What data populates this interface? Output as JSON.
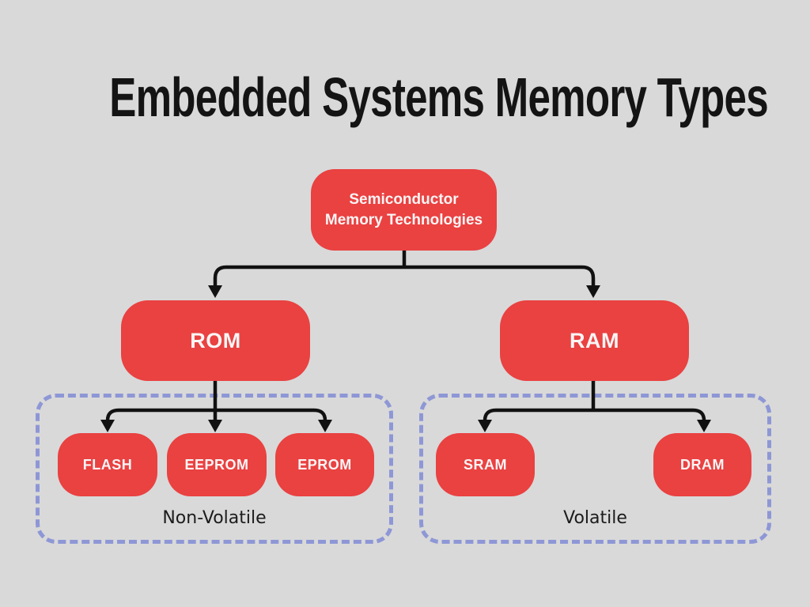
{
  "title": "Embedded Systems Memory Types",
  "nodes": {
    "root_line1": "Semiconductor",
    "root_line2": "Memory Technologies",
    "rom": "ROM",
    "ram": "RAM",
    "flash": "FLASH",
    "eeprom": "EEPROM",
    "eprom": "EPROM",
    "sram": "SRAM",
    "dram": "DRAM",
    "non_volatile": "Non-Volatile",
    "volatile": "Volatile"
  },
  "hierarchy": {
    "root": "Semiconductor Memory Technologies",
    "branches": [
      {
        "node": "ROM",
        "group": "Non-Volatile",
        "children": [
          "FLASH",
          "EEPROM",
          "EPROM"
        ]
      },
      {
        "node": "RAM",
        "group": "Volatile",
        "children": [
          "SRAM",
          "DRAM"
        ]
      }
    ]
  },
  "colors": {
    "background": "#d9d9d9",
    "node_fill": "#ea4141",
    "node_text": "#faf5f5",
    "connector": "#111111",
    "group_border": "#8e97d6",
    "title_text": "#141414"
  }
}
